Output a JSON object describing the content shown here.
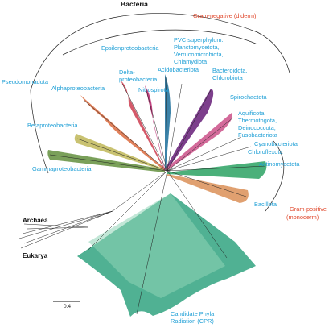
{
  "colors": {
    "label_blue": "#1e9fd6",
    "label_red": "#e0462a",
    "cpr_teal": "#3da987",
    "orange": "#e0805a",
    "olive": "#7aa05a",
    "magenta": "#c0407f",
    "purple": "#7d3f8c",
    "green": "#4bb07a",
    "branch": "#222222"
  },
  "top_labels": {
    "bacteria": "Bacteria",
    "archaea": "Archaea",
    "eukarya": "Eukarya"
  },
  "groups": {
    "gram_negative": "Gram-negative (diderm)",
    "gram_positive_1": "Gram-positive",
    "gram_positive_2": "(monoderm)"
  },
  "clades": {
    "epsilon": "Epsilonproteobacteria",
    "pvc_1": "PVC superphylum:",
    "pvc_2": "Planctomycetota,",
    "pvc_3": "Verrucomicrobiota,",
    "pvc_4": "Chlamydiota",
    "delta_1": "Delta-",
    "delta_2": "proteobacteria",
    "acido": "Acidobacteriota",
    "pseudo": "Pseudomonadota",
    "alpha": "Alphaproteobacteria",
    "nitro": "Nitrospirota",
    "bactero_1": "Bacteroidota,",
    "bactero_2": "Chlorobiota",
    "spiro": "Spirochaetota",
    "aquifi_1": "Aquificota,",
    "aquifi_2": "Thermotogota,",
    "aquifi_3": "Deinococcota,",
    "aquifi_4": "Fusobacteriota",
    "beta": "Betaproteobacteria",
    "cyano": "Cyanobacteriota",
    "chloro": "Chloroflexota",
    "gamma": "Gammaproteobacteria",
    "actino": "Actinomycetota",
    "bacillota": "Bacillota",
    "cpr_1": "Candidate Phyla",
    "cpr_2": "Radiation (CPR)"
  },
  "scale_bar": {
    "label": "0.4"
  }
}
